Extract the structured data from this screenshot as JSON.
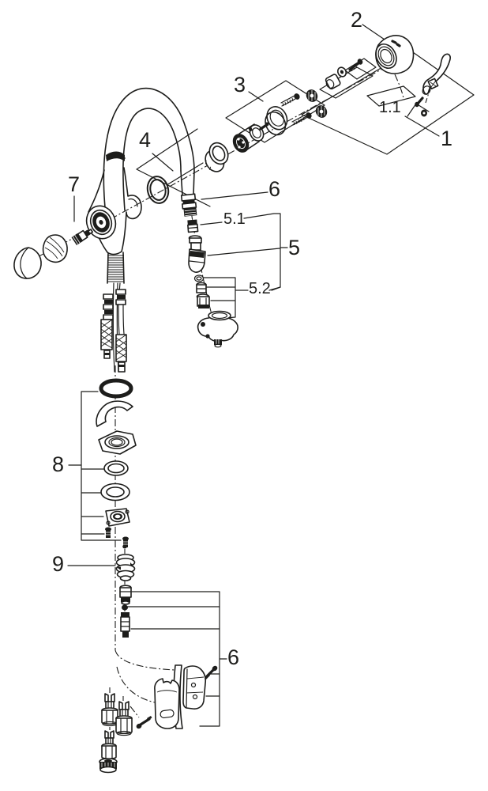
{
  "figure": {
    "background_color": "#ffffff",
    "ink_color": "#1d1d1b",
    "kind": "exploded parts diagram"
  },
  "callouts": {
    "two": "2",
    "one_one": "1.1",
    "one": "1",
    "three": "3",
    "four": "4",
    "six_top": "6",
    "seven": "7",
    "five_one": "5.1",
    "five": "5",
    "five_two": "5.2",
    "eight": "8",
    "nine": "9",
    "six_bottom": "6"
  }
}
